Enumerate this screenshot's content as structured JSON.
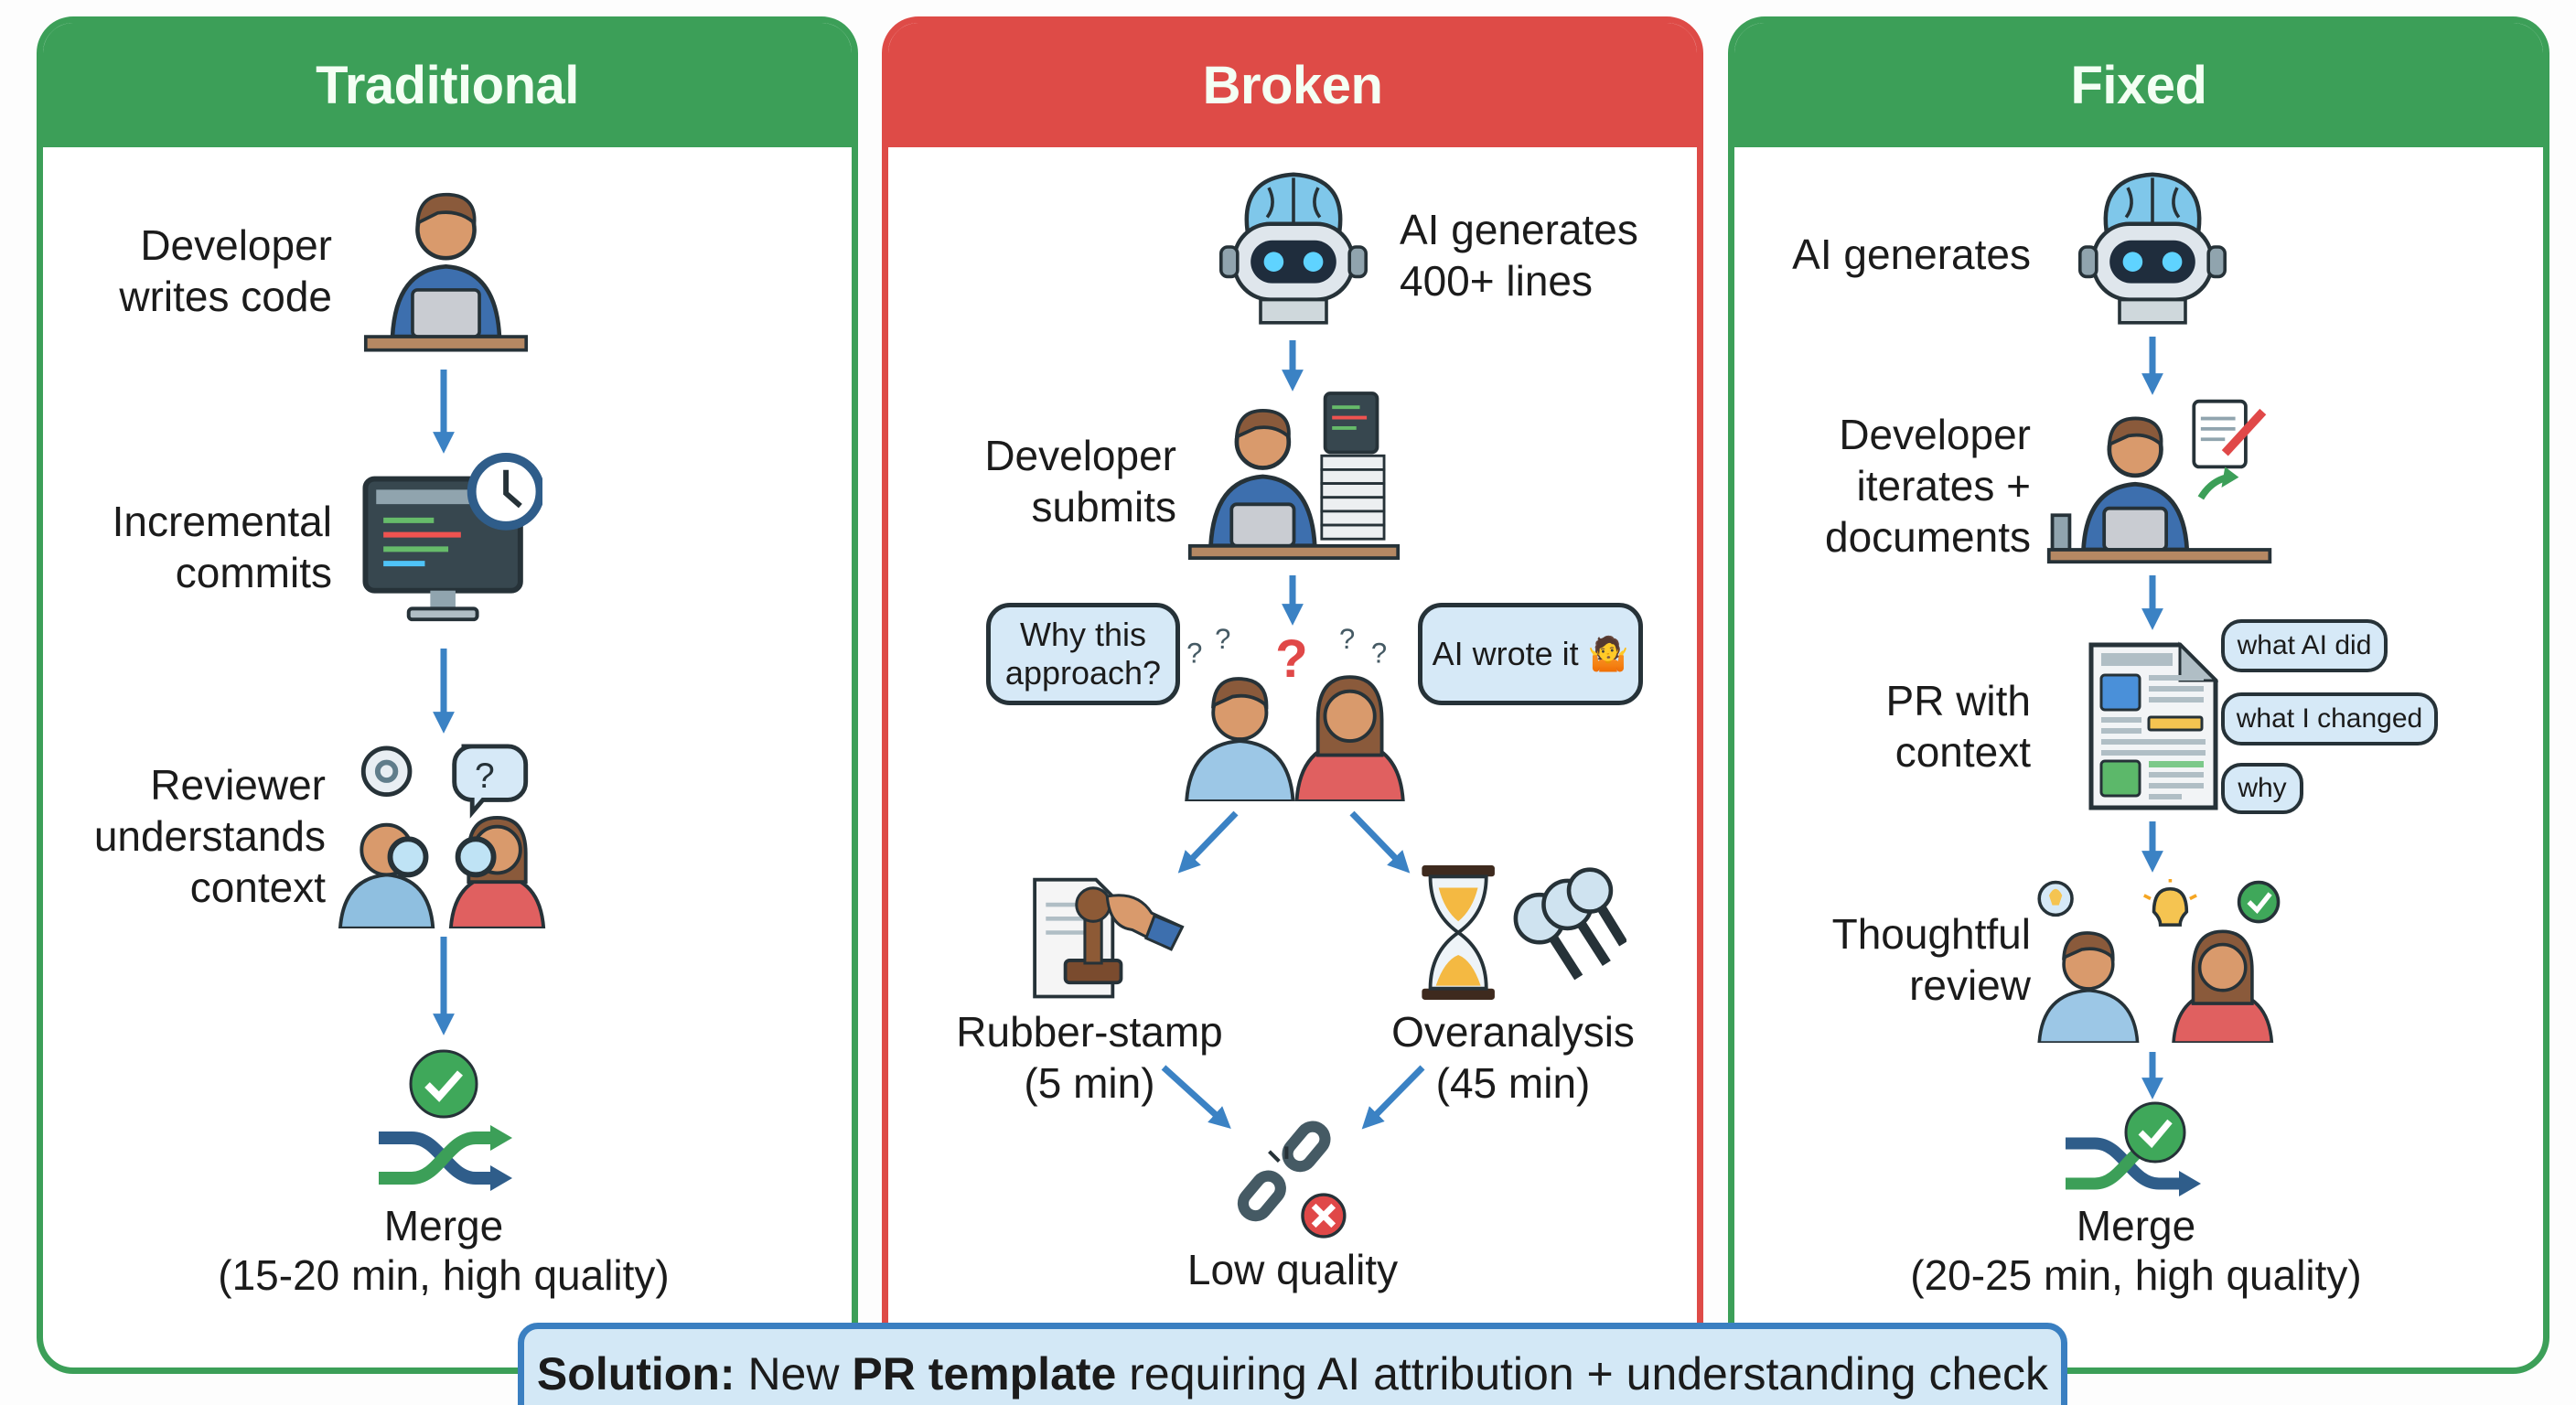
{
  "colors": {
    "traditional": "#3c9f58",
    "broken": "#de4b47",
    "fixed": "#3c9f58",
    "arrow": "#3b82c4",
    "solution_bg": "#d3e8f6"
  },
  "traditional": {
    "title": "Traditional",
    "steps": [
      "Developer\nwrites code",
      "Incremental\ncommits",
      "Reviewer\nunderstands\ncontext"
    ],
    "merge": "Merge",
    "merge_detail": "(15-20 min, high quality)"
  },
  "broken": {
    "title": "Broken",
    "ai": "AI generates\n400+ lines",
    "submit": "Developer\nsubmits",
    "reviewer_question": "Why this\napproach?",
    "developer_answer": "AI wrote it 🤷",
    "rubber_stamp": "Rubber-stamp\n(5 min)",
    "overanalysis": "Overanalysis\n(45 min)",
    "result": "Low quality"
  },
  "fixed": {
    "title": "Fixed",
    "ai": "AI generates",
    "iterate": "Developer\niterates +\ndocuments",
    "pr": "PR with\ncontext",
    "pr_notes": [
      "what AI did",
      "what I changed",
      "why"
    ],
    "review": "Thoughtful\nreview",
    "merge": "Merge",
    "merge_detail": "(20-25 min, high quality)"
  },
  "solution": {
    "label": "Solution:",
    "pre": "New",
    "bold": "PR template",
    "post": "requiring AI attribution + understanding check"
  }
}
